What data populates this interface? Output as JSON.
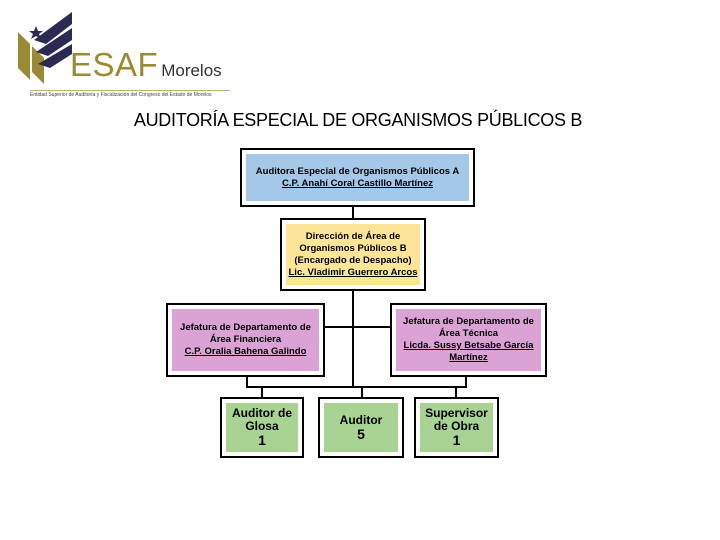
{
  "logo": {
    "acronym": "ESAF",
    "state": "Morelos",
    "subtitle": "Entidad Superior de Auditoría y Fiscalización del Congreso del Estado de Morelos"
  },
  "page_title": "AUDITORÍA ESPECIAL DE ORGANISMOS PÚBLICOS B",
  "colors": {
    "blue": "#a6c8e8",
    "yellow": "#fde598",
    "pink": "#dba3d5",
    "green": "#a9d393",
    "logo_gold": "#9a8a35",
    "logo_navy": "#2a2a52"
  },
  "org": {
    "auditor_especial": {
      "role": "Auditora Especial de Organismos Públicos A",
      "name": "C.P. Anahí Coral Castillo Martínez"
    },
    "direccion": {
      "role_line1": "Dirección de Área de",
      "role_line2": "Organismos Públicos B",
      "role_line3": "(Encargado de Despacho)",
      "name": "Lic. Vladimir Guerrero Arcos"
    },
    "jefatura_financiera": {
      "role_line1": "Jefatura de Departamento de",
      "role_line2": "Área Financiera",
      "name": "C.P. Oralia Bahena Galindo"
    },
    "jefatura_tecnica": {
      "role_line1": "Jefatura de Departamento de",
      "role_line2": "Área Técnica",
      "name_line1": "Licda. Sussy Betsabe García",
      "name_line2": "Martínez"
    },
    "auditor_glosa": {
      "line1": "Auditor de",
      "line2": "Glosa",
      "count": "1"
    },
    "auditor": {
      "line1": "Auditor",
      "count": "5"
    },
    "supervisor": {
      "line1": "Supervisor",
      "line2": "de Obra",
      "count": "1"
    }
  }
}
